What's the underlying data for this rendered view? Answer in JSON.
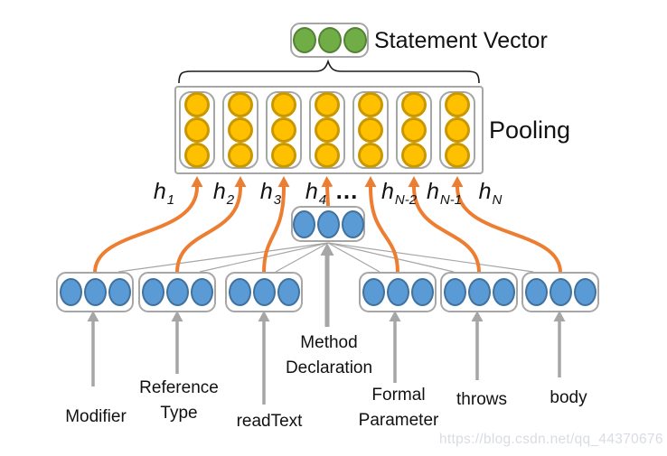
{
  "diagram": {
    "statement_vector_label": "Statement Vector",
    "pooling_label": "Pooling",
    "ellipsis": "...",
    "h_labels": [
      {
        "base": "h",
        "sub": "1"
      },
      {
        "base": "h",
        "sub": "2"
      },
      {
        "base": "h",
        "sub": "3"
      },
      {
        "base": "h",
        "sub": "4"
      },
      {
        "base": "h",
        "sub": "N-2"
      },
      {
        "base": "h",
        "sub": "N-1"
      },
      {
        "base": "h",
        "sub": "N"
      }
    ],
    "leaves": [
      {
        "lines": [
          "Modifier"
        ]
      },
      {
        "lines": [
          "Reference",
          "Type"
        ]
      },
      {
        "lines": [
          "readText"
        ]
      },
      {
        "lines": [
          "Method",
          "Declaration"
        ]
      },
      {
        "lines": [
          "Formal",
          "Parameter"
        ]
      },
      {
        "lines": [
          "throws"
        ]
      },
      {
        "lines": [
          "body"
        ]
      }
    ],
    "pooling_columns": 7,
    "nodes_per_vector": 3,
    "colors": {
      "node_green": "#70ad47",
      "node_green_border": "#548235",
      "node_yellow": "#ffc000",
      "node_yellow_border": "#c99700",
      "node_blue": "#5b9bd5",
      "node_blue_border": "#41719c",
      "arrow_orange": "#ed7d31",
      "gray": "#a6a6a6"
    }
  },
  "watermark": "https://blog.csdn.net/qq_44370676"
}
